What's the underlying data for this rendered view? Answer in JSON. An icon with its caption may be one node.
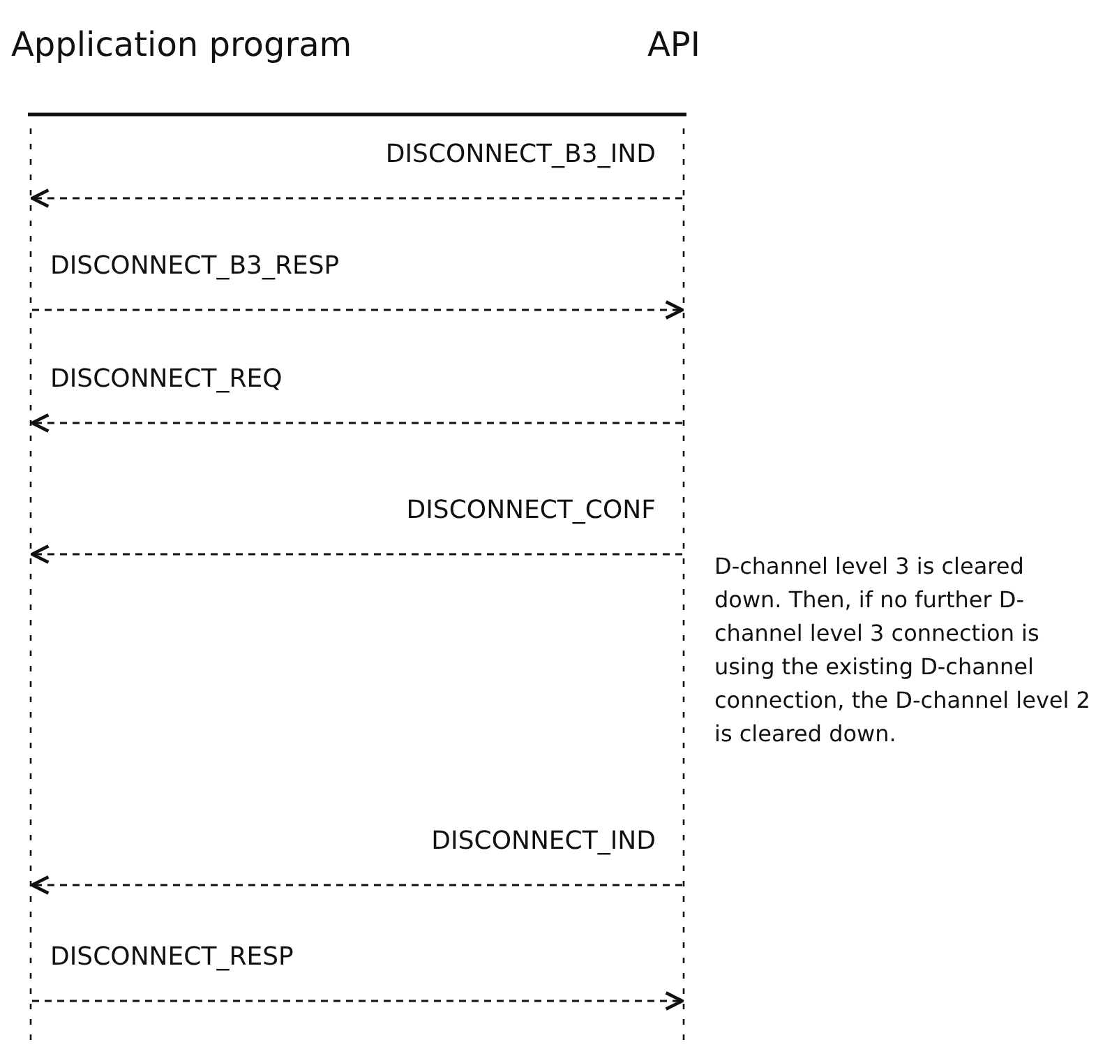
{
  "diagram": {
    "nodes": [
      {
        "text": [
          "Application program"
        ]
      },
      {
        "text": [
          "API"
        ]
      }
    ],
    "edges": [
      {
        "from": 1,
        "to": 0,
        "arrow": "to",
        "label": "DISCONNECT_B3_IND",
        "style": "dashed"
      },
      {
        "from": 0,
        "to": 1,
        "arrow": "to",
        "label": "DISCONNECT_B3_RESP",
        "style": "dashed"
      },
      {
        "from": 1,
        "to": 0,
        "arrow": "to",
        "label": "DISCONNECT_REQ",
        "style": "dashed"
      },
      {
        "from": 1,
        "to": 0,
        "arrow": "to",
        "label": "DISCONNECT_CONF",
        "style": "dashed"
      },
      {
        "from": 1,
        "to": 0,
        "arrow": "to",
        "label": "DISCONNECT_IND",
        "style": "dashed"
      },
      {
        "from": 0,
        "to": 1,
        "arrow": "to",
        "label": "DISCONNECT_RESP",
        "style": "dashed"
      }
    ],
    "labels": [
      "D-channel level 3 is cleared down. Then, if no further D-channel level 3 connection is using the existing D-channel connection, the D-channel level 2 is cleared down."
    ]
  }
}
